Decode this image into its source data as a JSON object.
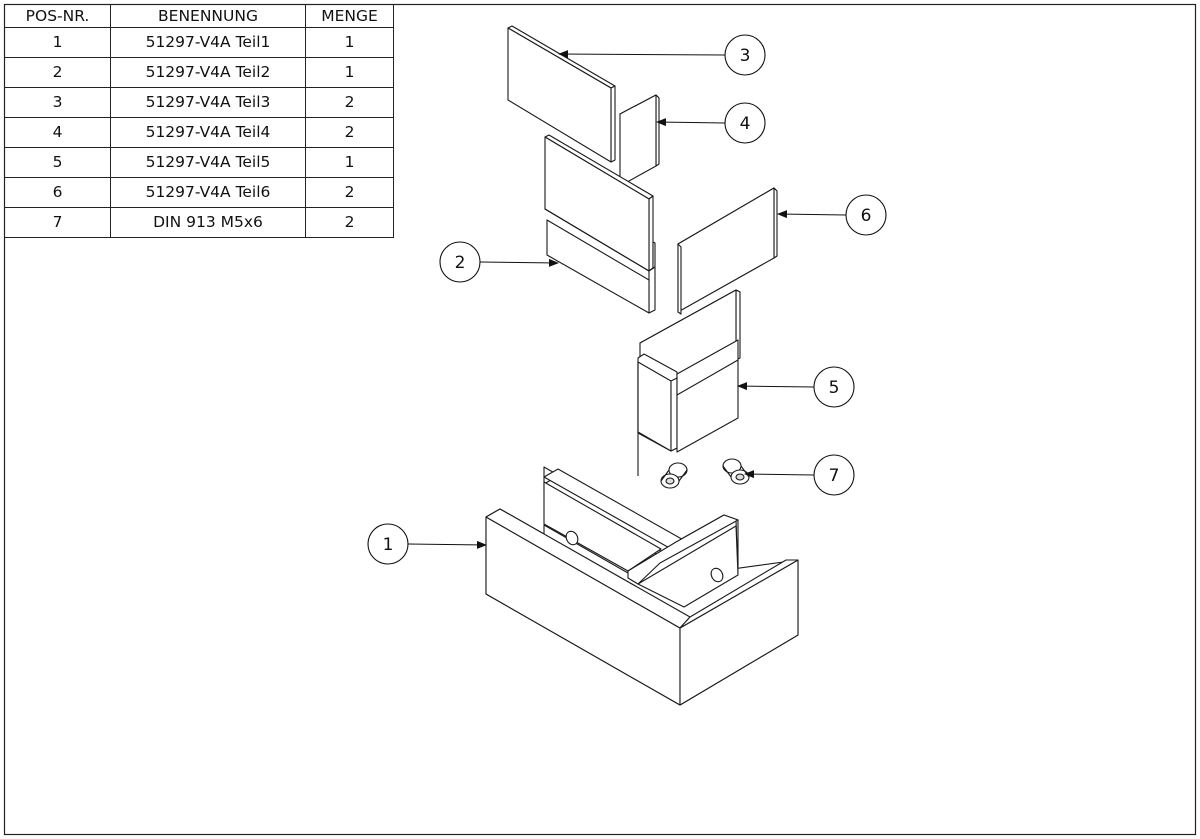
{
  "parts_list": {
    "headers": {
      "position": "POS-NR.",
      "name": "BENENNUNG",
      "quantity": "MENGE"
    },
    "rows": [
      {
        "position": "1",
        "name": "51297-V4A Teil1",
        "quantity": "1"
      },
      {
        "position": "2",
        "name": "51297-V4A Teil2",
        "quantity": "1"
      },
      {
        "position": "3",
        "name": "51297-V4A Teil3",
        "quantity": "2"
      },
      {
        "position": "4",
        "name": "51297-V4A Teil4",
        "quantity": "2"
      },
      {
        "position": "5",
        "name": "51297-V4A Teil5",
        "quantity": "1"
      },
      {
        "position": "6",
        "name": "51297-V4A Teil6",
        "quantity": "2"
      },
      {
        "position": "7",
        "name": "DIN 913 M5x6",
        "quantity": "2"
      }
    ]
  },
  "balloons": {
    "b1": "1",
    "b2": "2",
    "b3": "3",
    "b4": "4",
    "b5": "5",
    "b6": "6",
    "b7": "7"
  },
  "colors": {
    "line": "#1a1a1a",
    "background": "#ffffff"
  }
}
